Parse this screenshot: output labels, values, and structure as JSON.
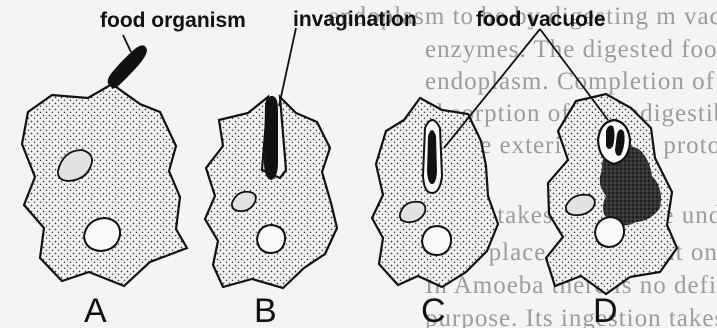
{
  "labels": {
    "food_organism": "food organism",
    "invagination": "invagination",
    "food_vacuole": "food vacuole"
  },
  "stages": [
    "A",
    "B",
    "C",
    "D"
  ],
  "background_text": [
    "endoplasm to be by digesting m  vacuoles called",
    "enzymes. The digested food diffuses out into the",
    "endoplasm. Completion of digestion water,",
    "absorption of the indigestible and it is ejected",
    "to the exterior as the protoplasm.",
    "ion takes place. The undigested matter",
    "takes place at any point on the surface of the body.",
    "In Amoeba there is no definite exit for this",
    "purpose. Its ingestion takes place by"
  ]
}
